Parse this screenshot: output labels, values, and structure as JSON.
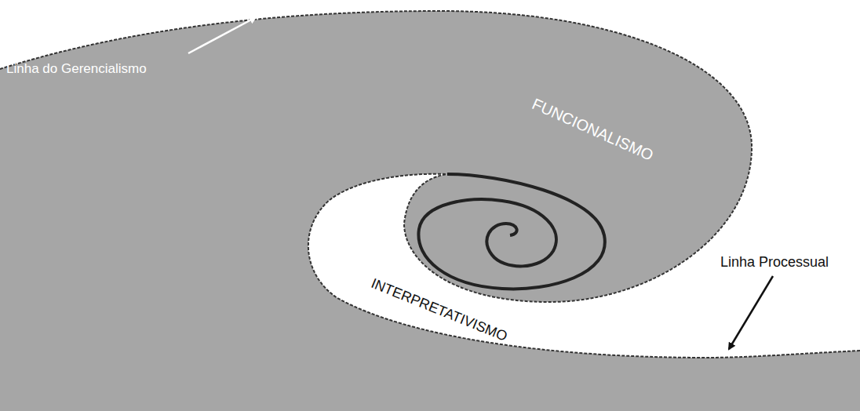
{
  "diagram": {
    "labels": [
      "Linha do Gerencialismo",
      "FUNCIONALISMO",
      "INTERPRETATIVISMO",
      "Linha Processual"
    ]
  }
}
